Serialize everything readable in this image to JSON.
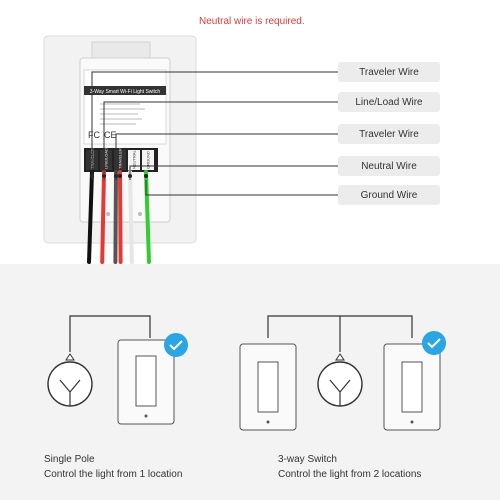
{
  "header": {
    "notice": "Neutral wire is required.",
    "notice_color": "#e53935"
  },
  "device": {
    "label_title": "3-Way Smart Wi-Fi Light Switch",
    "terminals": [
      "TRAVELER",
      "LINE/LOAD",
      "TRAVELER",
      "NEUTRAL",
      "GROUND"
    ],
    "wire_colors": [
      "#111111",
      "#e53935",
      "#555555",
      "#e53935",
      "#f4f4f4",
      "#33cc33"
    ]
  },
  "wire_labels": [
    "Traveler Wire",
    "Line/Load Wire",
    "Traveler Wire",
    "Neutral Wire",
    "Ground Wire"
  ],
  "options": [
    {
      "title": "Single Pole",
      "description": "Control the light from 1 location"
    },
    {
      "title": "3-way Switch",
      "description": "Control the light from 2 locations"
    }
  ],
  "accent_color": "#2aa5e6",
  "icons": [
    "bulb-icon",
    "check-badge-icon",
    "light-switch-icon"
  ]
}
